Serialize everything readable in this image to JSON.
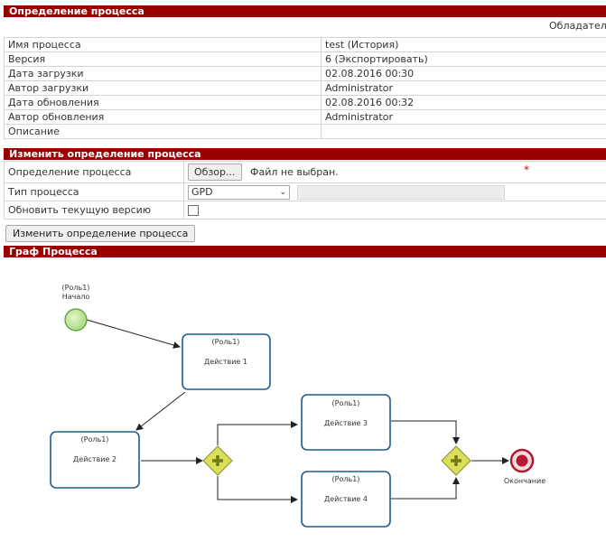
{
  "definition_section": {
    "title": "Определение процесса",
    "owners_label": "Обладатели п",
    "rows": [
      {
        "label": "Имя процесса",
        "value": "test (История)"
      },
      {
        "label": "Версия",
        "value": "6 (Экспортировать)"
      },
      {
        "label": "Дата загрузки",
        "value": "02.08.2016 00:30"
      },
      {
        "label": "Автор загрузки",
        "value": "Administrator"
      },
      {
        "label": "Дата обновления",
        "value": "02.08.2016 00:32"
      },
      {
        "label": "Автор обновления",
        "value": "Administrator"
      },
      {
        "label": "Описание",
        "value": ""
      }
    ]
  },
  "change_section": {
    "title": "Изменить определение процесса",
    "definition_label": "Определение процесса",
    "browse_button": "Обзор...",
    "no_file_text": "Файл не выбран.",
    "required_mark": "*",
    "type_label": "Тип процесса",
    "type_selected": "GPD",
    "update_version_label": "Обновить текущую версию",
    "update_version_checked": false,
    "submit_button": "Изменить определение процесса"
  },
  "graph_section": {
    "title": "Граф Процесса",
    "start": {
      "role": "(Роль1)",
      "label": "Начало"
    },
    "end": {
      "label": "Окончание"
    },
    "tasks": [
      {
        "role": "(Роль1)",
        "label": "Действие 1"
      },
      {
        "role": "(Роль1)",
        "label": "Действие 2"
      },
      {
        "role": "(Роль1)",
        "label": "Действие 3"
      },
      {
        "role": "(Роль1)",
        "label": "Действие 4"
      }
    ],
    "colors": {
      "task_border": "#1f5d8e",
      "start_fill": "#a8dc7a",
      "end_fill": "#b21a2e",
      "gateway_fill": "#d9df5a"
    }
  }
}
